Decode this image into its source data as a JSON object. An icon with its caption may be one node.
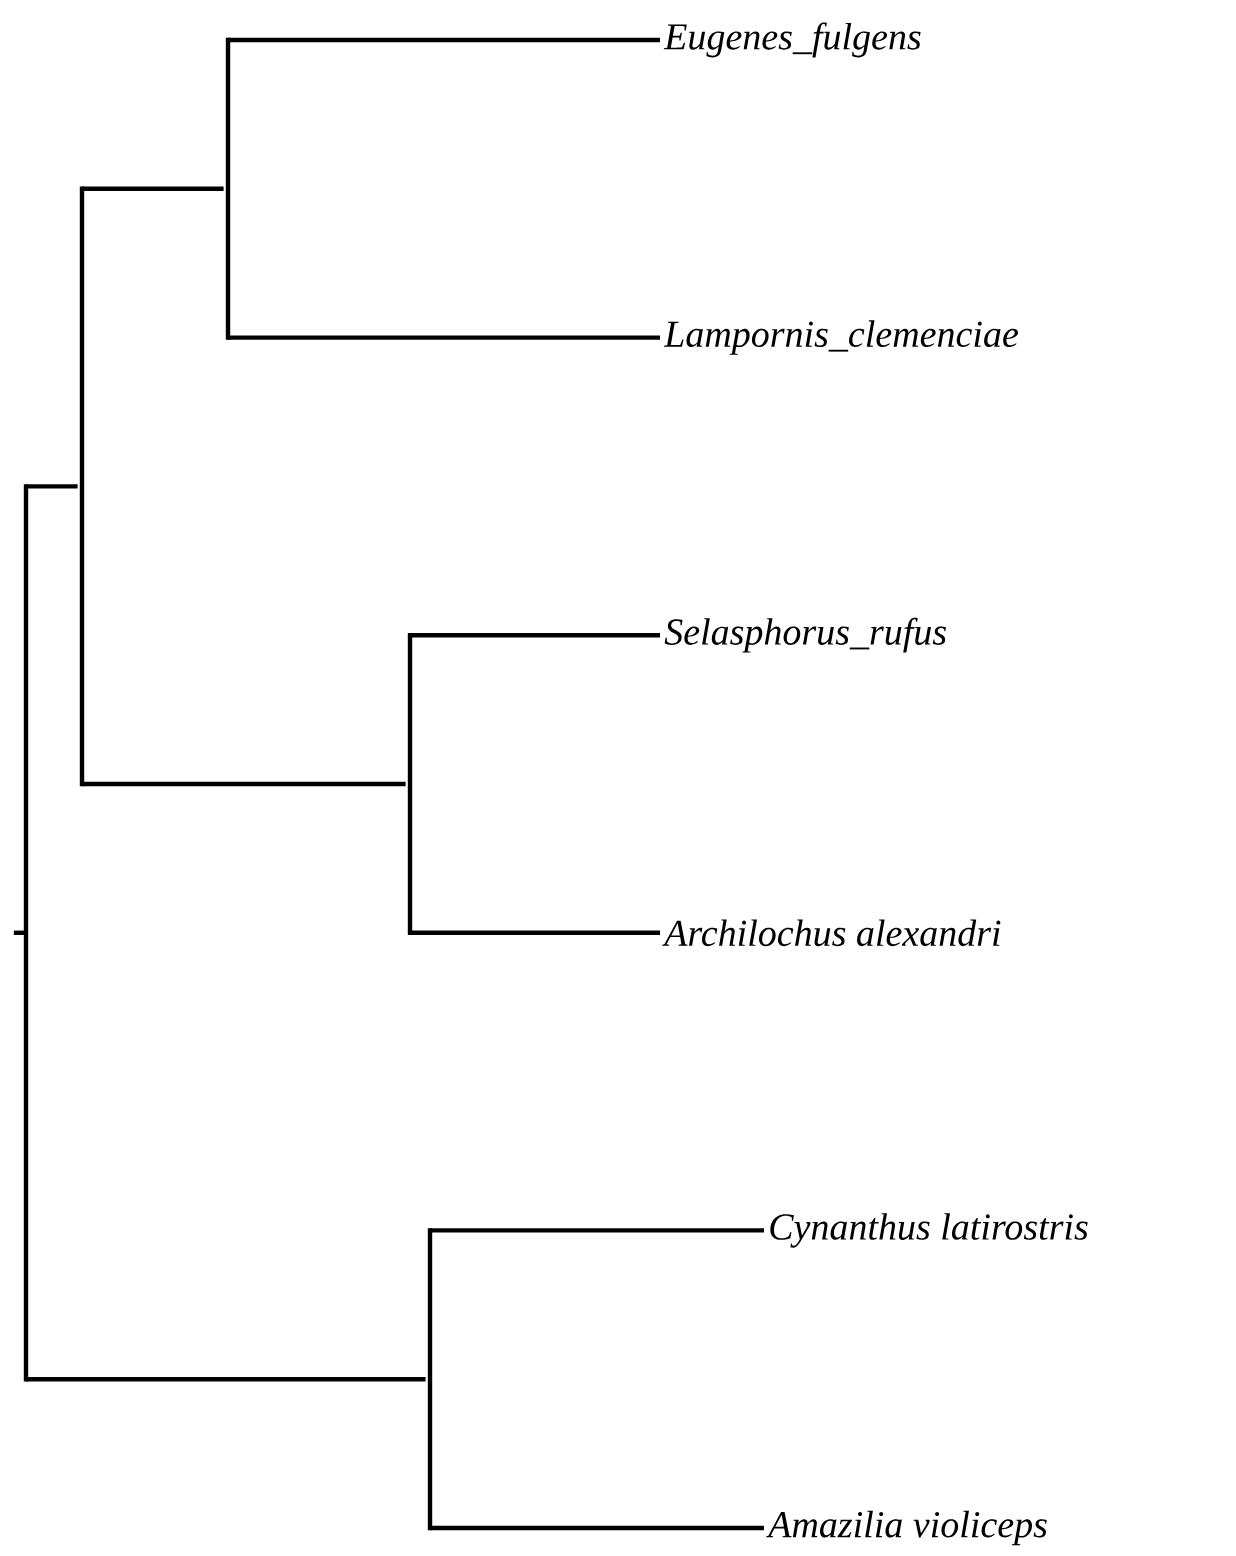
{
  "diagram": {
    "nodes": [
      {
        "text": [
          "Eugenes_fulgens"
        ]
      },
      {
        "text": [
          "Lampornis_clemenciae"
        ]
      },
      {
        "text": [
          "Selasphorus_rufus"
        ]
      },
      {
        "text": [
          "Archilochus alexandri"
        ]
      },
      {
        "text": [
          "Cynanthus latirostris"
        ]
      },
      {
        "text": [
          "Amazilia violiceps"
        ]
      },
      {
        "text": [],
        "shape": "bar"
      },
      {
        "text": [],
        "shape": "bar"
      },
      {
        "text": [],
        "shape": "bar"
      },
      {
        "text": [],
        "shape": "bar"
      },
      {
        "text": [],
        "shape": "bar"
      }
    ],
    "edges": [
      {
        "from": 6,
        "to": 7,
        "arrow": "none"
      },
      {
        "from": 6,
        "to": 10,
        "arrow": "none"
      },
      {
        "from": 7,
        "to": 8,
        "arrow": "none"
      },
      {
        "from": 7,
        "to": 9,
        "arrow": "none"
      },
      {
        "from": 8,
        "to": 0,
        "arrow": "none"
      },
      {
        "from": 8,
        "to": 1,
        "arrow": "none"
      },
      {
        "from": 9,
        "to": 2,
        "arrow": "none"
      },
      {
        "from": 9,
        "to": 3,
        "arrow": "none"
      },
      {
        "from": 10,
        "to": 4,
        "arrow": "none"
      },
      {
        "from": 10,
        "to": 5,
        "arrow": "none"
      }
    ]
  }
}
